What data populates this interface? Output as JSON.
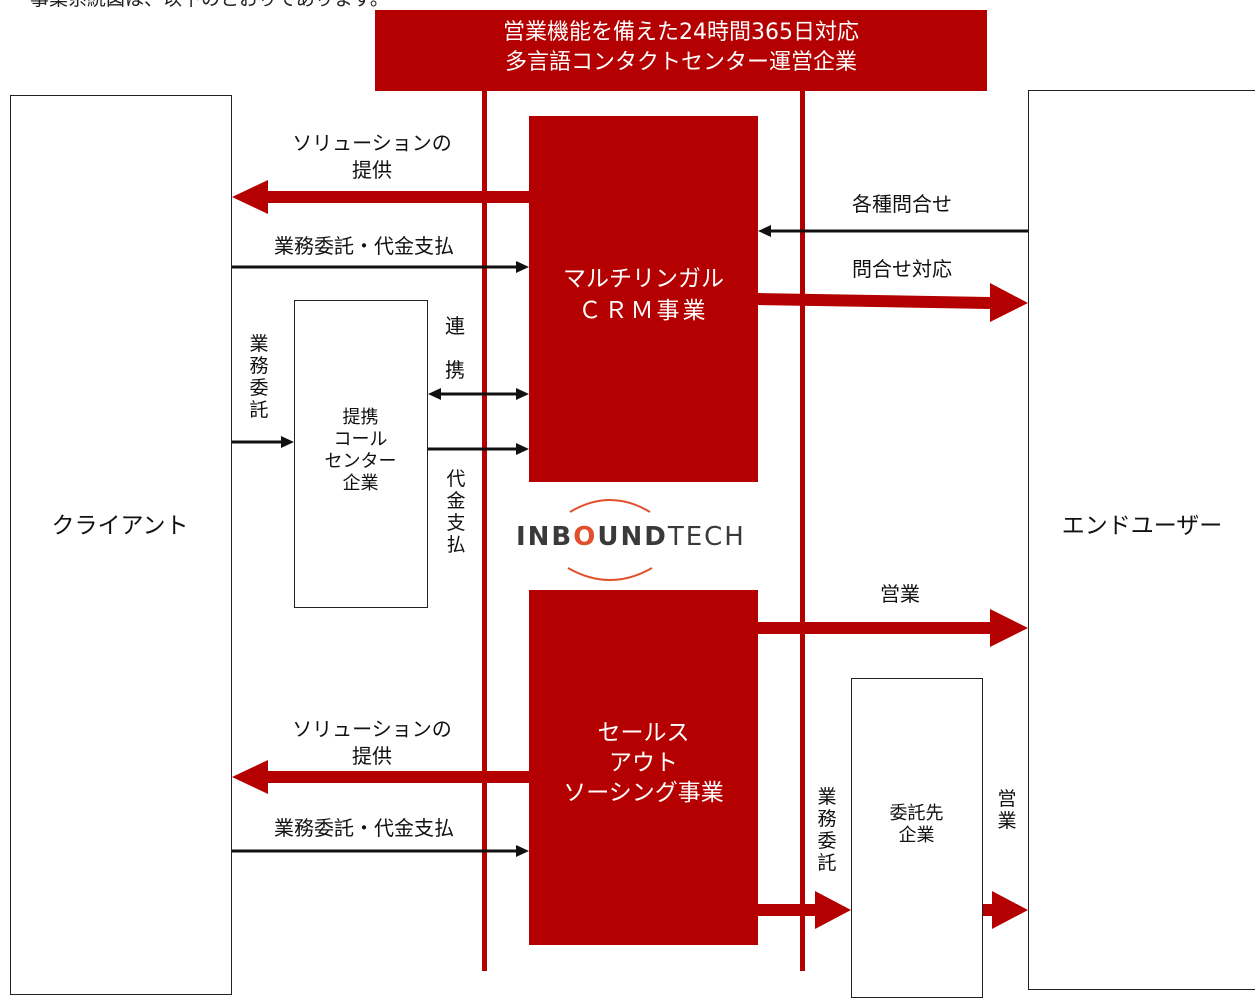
{
  "header": {
    "top_fragment": "事業系統図は、以下のとおりであります。",
    "line1": "営業機能を備えた24時間365日対応",
    "line2": "多言語コンタクトセンター運営企業"
  },
  "client": {
    "label": "クライアント"
  },
  "enduser": {
    "label": "エンドユーザー"
  },
  "crm": {
    "line1": "マルチリンガル",
    "line2": "ＣＲＭ事業"
  },
  "sales": {
    "line1": "セールス",
    "line2": "アウト",
    "line3": "ソーシング事業"
  },
  "partner": {
    "line1": "提携",
    "line2": "コール",
    "line3": "センター",
    "line4": "企業"
  },
  "subcontractor": {
    "line1": "委託先",
    "line2": "企業"
  },
  "logo": {
    "part1": "INB",
    "part2": "O",
    "part3": "UND",
    "part4": "TECH"
  },
  "labels": {
    "solution_top": "ソリューションの",
    "solution_top2": "提供",
    "outsourcing_top": "業務委託・代金支払",
    "inquiries": "各種問合せ",
    "inquiry_response": "問合せ対応",
    "cooperation1": "連",
    "cooperation2": "携",
    "business_delegation": "業務委託",
    "payment": "代金支払",
    "sales_top": "営業",
    "solution_bottom": "ソリューションの",
    "solution_bottom2": "提供",
    "outsourcing_bottom": "業務委託・代金支払",
    "delegation_bottom": "業務委託",
    "sales_vertical": "営業"
  },
  "colors": {
    "brand_red": "#b40000",
    "logo_orange": "#e0502a"
  }
}
